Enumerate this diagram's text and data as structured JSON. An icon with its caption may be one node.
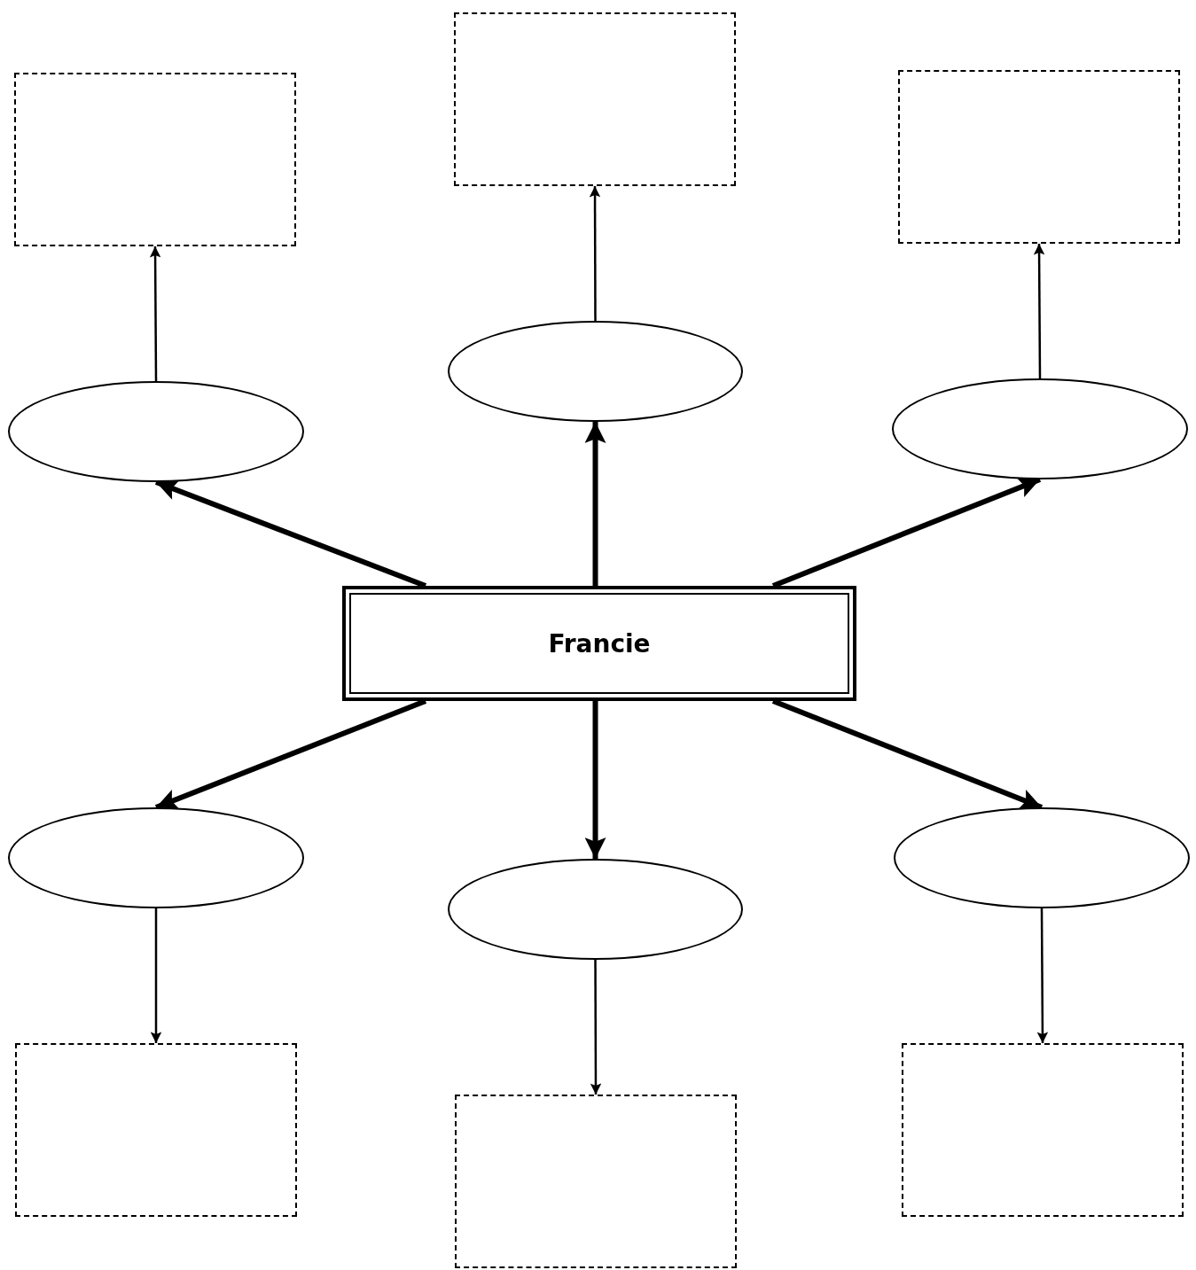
{
  "diagram": {
    "nodes": [
      {
        "text": [],
        "shape": "box"
      },
      {
        "text": [],
        "shape": "box"
      },
      {
        "text": [],
        "shape": "box"
      },
      {
        "text": [],
        "shape": "ellipse"
      },
      {
        "text": [],
        "shape": "ellipse"
      },
      {
        "text": [],
        "shape": "ellipse"
      },
      {
        "text": [
          "Francie"
        ]
      },
      {
        "text": [],
        "shape": "ellipse"
      },
      {
        "text": [],
        "shape": "ellipse"
      },
      {
        "text": [],
        "shape": "ellipse"
      },
      {
        "text": [],
        "shape": "box"
      },
      {
        "text": [],
        "shape": "box"
      },
      {
        "text": [],
        "shape": "box"
      }
    ],
    "edges": [
      {
        "from": 6,
        "to": 4,
        "arrow": "to",
        "style": "thick"
      },
      {
        "from": 6,
        "to": 3,
        "arrow": "to",
        "style": "thick"
      },
      {
        "from": 6,
        "to": 5,
        "arrow": "to",
        "style": "thick"
      },
      {
        "from": 6,
        "to": 7,
        "arrow": "to",
        "style": "thick"
      },
      {
        "from": 6,
        "to": 9,
        "arrow": "to",
        "style": "thick"
      },
      {
        "from": 6,
        "to": 8,
        "arrow": "to",
        "style": "thick"
      },
      {
        "from": 4,
        "to": 0,
        "arrow": "to"
      },
      {
        "from": 3,
        "to": 1,
        "arrow": "to"
      },
      {
        "from": 5,
        "to": 2,
        "arrow": "to"
      },
      {
        "from": 7,
        "to": 10,
        "arrow": "to"
      },
      {
        "from": 9,
        "to": 12,
        "arrow": "to"
      },
      {
        "from": 8,
        "to": 11,
        "arrow": "to"
      }
    ]
  }
}
